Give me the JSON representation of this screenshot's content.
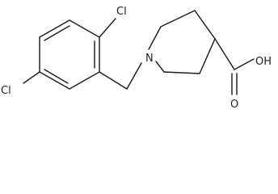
{
  "molecule": {
    "atoms": {
      "cl_top": "Cl",
      "cl_left": "Cl",
      "n": "N",
      "o_double": "O",
      "oh": "OH"
    }
  }
}
